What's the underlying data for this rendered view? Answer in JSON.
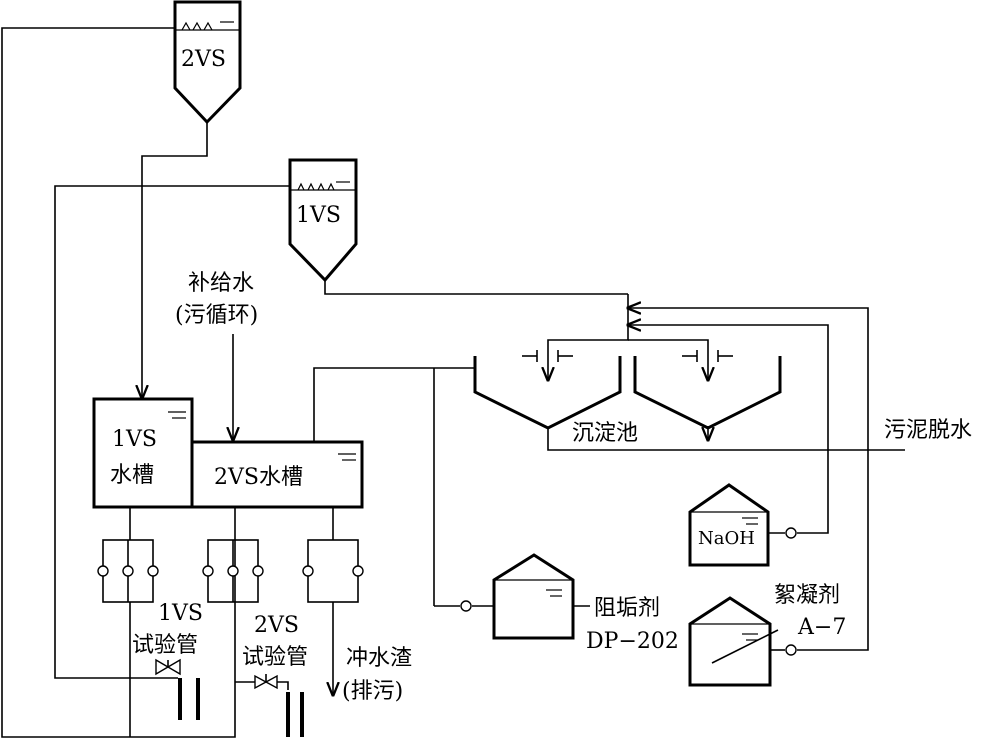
{
  "diagram": {
    "tank_2vs_label": "2VS",
    "tank_1vs_label": "1VS",
    "makeup_water_line1": "补给水",
    "makeup_water_line2": "(污循环)",
    "sump_1vs_line1": "1VS",
    "sump_1vs_line2": "水槽",
    "sump_2vs_label": "2VS水槽",
    "sedimentation_label": "沉淀池",
    "sludge_dewatering_label": "污泥脱水",
    "naoh_label": "NaOH",
    "antiscalant_line1": "阻垢剂",
    "antiscalant_line2": "DP−202",
    "flocculant_line1": "絮凝剂",
    "flocculant_line2": "A−7",
    "test_pipe_1vs_line1": "1VS",
    "test_pipe_1vs_line2": "试验管",
    "test_pipe_2vs_line1": "2VS",
    "test_pipe_2vs_line2": "试验管",
    "flush_line1": "冲水渣",
    "flush_line2": "(排污)"
  }
}
